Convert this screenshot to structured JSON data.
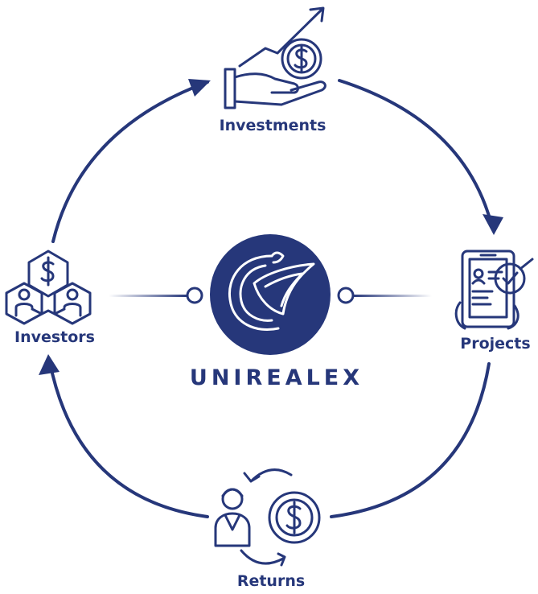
{
  "brand": {
    "name": "UNIREALEX",
    "color": "#26377a"
  },
  "nodes": {
    "investments": {
      "label": "Investments",
      "icon": "hand-holding-coin-growth-icon"
    },
    "projects": {
      "label": "Projects",
      "icon": "tablet-checklist-approved-icon"
    },
    "returns": {
      "label": "Returns",
      "icon": "person-coin-exchange-icon"
    },
    "investors": {
      "label": "Investors",
      "icon": "investors-handshake-dollar-icon"
    }
  },
  "colors": {
    "primary": "#26377a",
    "connector": "#8fa1cf"
  }
}
